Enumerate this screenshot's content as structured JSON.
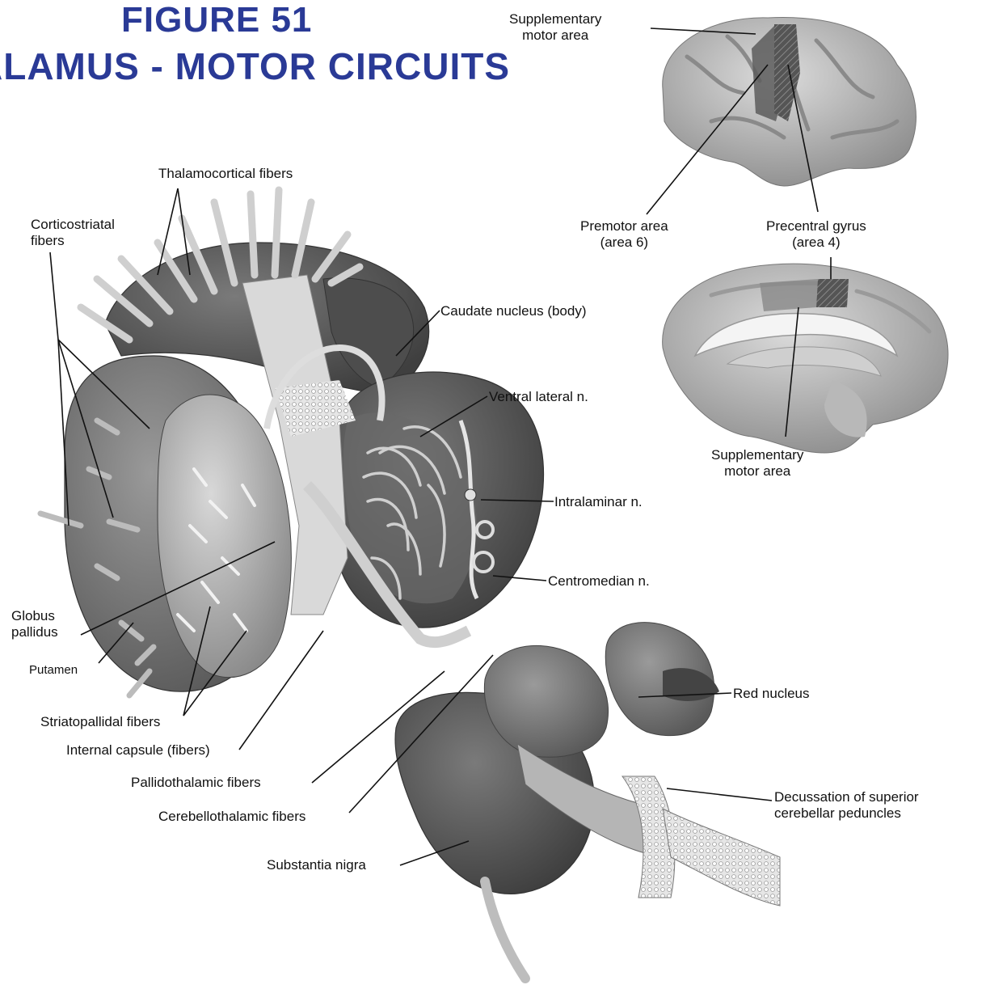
{
  "title": {
    "line1": "FIGURE 51",
    "line2": "ALAMUS - MOTOR CIRCUITS"
  },
  "labels": {
    "supplementary_motor_area_top": [
      "Supplementary",
      "motor area"
    ],
    "premotor_area": [
      "Premotor area",
      "(area 6)"
    ],
    "precentral_gyrus": [
      "Precentral gyrus",
      "(area 4)"
    ],
    "supplementary_motor_area_bottom": [
      "Supplementary",
      "motor area"
    ],
    "thalamocortical_fibers": "Thalamocortical fibers",
    "corticostriatal_fibers": [
      "Corticostriatal",
      "fibers"
    ],
    "caudate_nucleus": "Caudate nucleus (body)",
    "ventral_lateral": "Ventral lateral n.",
    "intralaminar": "Intralaminar n.",
    "centromedian": "Centromedian n.",
    "globus_pallidus": [
      "Globus",
      "pallidus"
    ],
    "putamen": "Putamen",
    "striatopallidal_fibers": "Striatopallidal fibers",
    "internal_capsule": "Internal capsule (fibers)",
    "pallidothalamic_fibers": "Pallidothalamic fibers",
    "cerebellothalamic_fibers": "Cerebellothalamic fibers",
    "substantia_nigra": "Substantia nigra",
    "red_nucleus": "Red nucleus",
    "decussation": [
      "Decussation of superior",
      "cerebellar peduncles"
    ]
  }
}
